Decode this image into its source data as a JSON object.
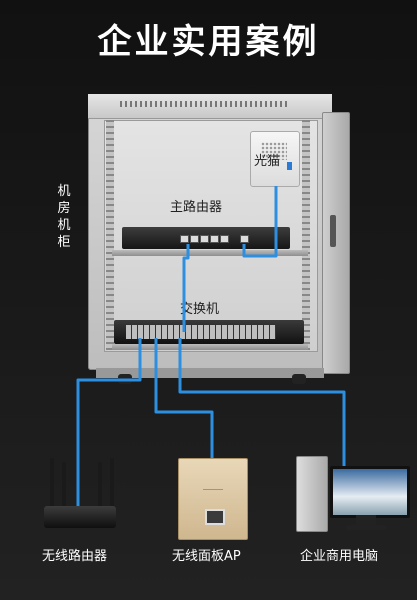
{
  "title": "企业实用案例",
  "labels": {
    "cabinet": "机房机柜",
    "modem": "光猫",
    "main_router": "主路由器",
    "switch": "交换机",
    "wireless_router": "无线路由器",
    "wireless_ap": "无线面板AP",
    "pc": "企业商用电脑"
  },
  "colors": {
    "cable": "#2d8fe0",
    "background": "#161616",
    "cabinet": "#cfcfcf"
  }
}
